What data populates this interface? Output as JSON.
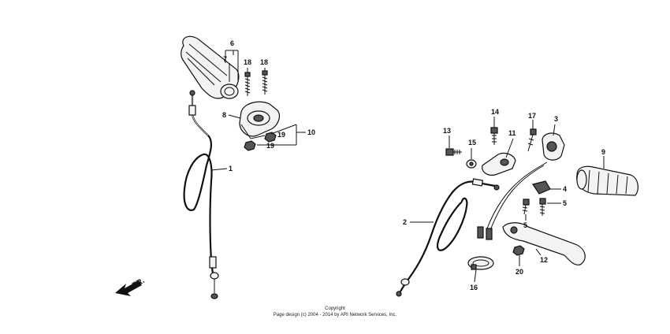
{
  "callouts": {
    "c1": "1",
    "c2": "2",
    "c3": "3",
    "c4": "4",
    "c5a": "5",
    "c5b": "5",
    "c6": "6",
    "c7": "7",
    "c8": "8",
    "c9": "9",
    "c10": "10",
    "c11": "11",
    "c12": "12",
    "c13": "13",
    "c14": "14",
    "c15": "15",
    "c16": "16",
    "c17": "17",
    "c18a": "18",
    "c18b": "18",
    "c19a": "19",
    "c19b": "19",
    "c20": "20"
  },
  "direction_label": "FR.",
  "copyright": {
    "line1": "Copyright",
    "line2": "Page design (c) 2004 - 2014 by ARI Network Services, Inc."
  }
}
